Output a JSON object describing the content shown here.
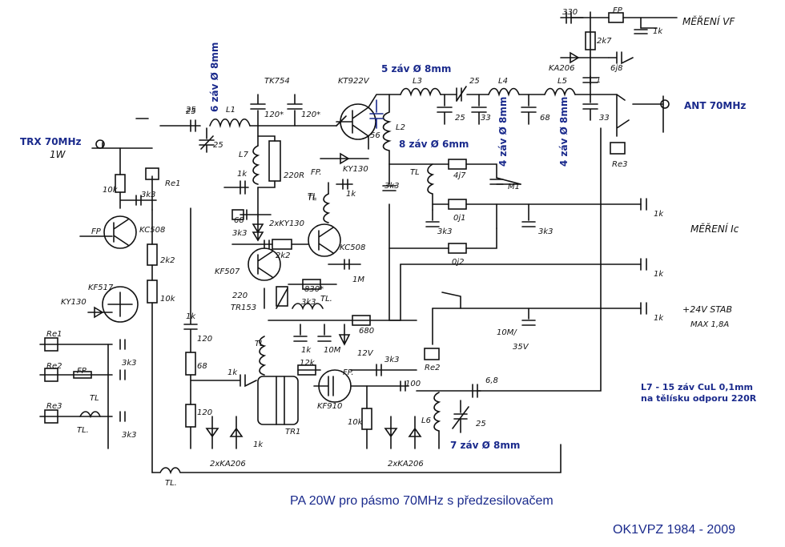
{
  "diagram": {
    "title": "PA 20W pro pásmo 70MHz s předzesilovačem",
    "credit": "OK1VPZ 1984 - 2009",
    "note": {
      "line1": "L7 - 15 záv CuL 0,1mm",
      "line2": "na tělísku odporu 220R"
    },
    "ports": {
      "trx": "TRX 70MHz",
      "trx_power": "1W",
      "ant": "ANT 70MHz",
      "mereni_vf": "MĚŘENÍ VF",
      "mereni_ic": "MĚŘENÍ Ic",
      "supply": "+24V STAB",
      "supply_max": "MAX 1,8A"
    },
    "coils": {
      "l1": "6 záv Ø 8mm",
      "l3": "5 záv Ø 8mm",
      "l2": "8 záv Ø 6mm",
      "l4": "4 záv Ø 8mm",
      "l5": "4 záv Ø 8mm",
      "l6": "7 záv Ø 8mm"
    },
    "component_labels": [
      {
        "id": "c-330",
        "text": "330"
      },
      {
        "id": "fp-top",
        "text": "FP"
      },
      {
        "id": "c-1k-vf",
        "text": "1k"
      },
      {
        "id": "r-2k7",
        "text": "2k7"
      },
      {
        "id": "d-ka206-top",
        "text": "KA206"
      },
      {
        "id": "c-6j8",
        "text": "6j8"
      },
      {
        "id": "c-1-top",
        "text": "1"
      },
      {
        "id": "l-l5",
        "text": "L5"
      },
      {
        "id": "l-l4",
        "text": "L4"
      },
      {
        "id": "c-25-l4",
        "text": "25"
      },
      {
        "id": "l-l3",
        "text": "L3"
      },
      {
        "id": "q-kt922v",
        "text": "KT922V"
      },
      {
        "id": "d-tk754",
        "text": "TK754"
      },
      {
        "id": "c-120a",
        "text": "120*"
      },
      {
        "id": "c-120b",
        "text": "120*"
      },
      {
        "id": "c-25-l1",
        "text": "25"
      },
      {
        "id": "l-l1",
        "text": "L1"
      },
      {
        "id": "c-25-trim",
        "text": "25"
      },
      {
        "id": "c-56",
        "text": "56"
      },
      {
        "id": "l-l2",
        "text": "L2"
      },
      {
        "id": "c-25-trim2",
        "text": "25"
      },
      {
        "id": "c-33a",
        "text": "33"
      },
      {
        "id": "c-68",
        "text": "68"
      },
      {
        "id": "c-33b",
        "text": "33"
      },
      {
        "id": "re3",
        "text": "Re3"
      },
      {
        "id": "l-l7",
        "text": "L7"
      },
      {
        "id": "r-220r",
        "text": "220R"
      },
      {
        "id": "c-1k-l7",
        "text": "1k"
      },
      {
        "id": "fp-mid",
        "text": "FP."
      },
      {
        "id": "d-ky130-mid",
        "text": "KY130"
      },
      {
        "id": "c-1k-mid",
        "text": "1k"
      },
      {
        "id": "tl-mid",
        "text": "TL"
      },
      {
        "id": "c-3k3-a",
        "text": "3k3"
      },
      {
        "id": "tl-mid2",
        "text": "TL"
      },
      {
        "id": "l-4j7",
        "text": "4j7"
      },
      {
        "id": "c-m1",
        "text": "M1"
      },
      {
        "id": "r-0j1",
        "text": "0j1"
      },
      {
        "id": "c-3k3-b",
        "text": "3k3"
      },
      {
        "id": "c-3k3-c",
        "text": "3k3"
      },
      {
        "id": "c-1k-r",
        "text": "1k"
      },
      {
        "id": "r-0j2",
        "text": "0j2"
      },
      {
        "id": "c-1k-r2",
        "text": "1k"
      },
      {
        "id": "c-1k-r3",
        "text": "1k"
      },
      {
        "id": "tl-left1",
        "text": "TL"
      },
      {
        "id": "r-68-top",
        "text": "68"
      },
      {
        "id": "d-2xky130",
        "text": "2xKY130"
      },
      {
        "id": "c-3k3-d",
        "text": "3k3"
      },
      {
        "id": "r-2k2-mid",
        "text": "2k2"
      },
      {
        "id": "q-kc508-mid",
        "text": "KC508"
      },
      {
        "id": "c-1m",
        "text": "1M"
      },
      {
        "id": "q-kf507",
        "text": "KF507"
      },
      {
        "id": "r-220",
        "text": "220"
      },
      {
        "id": "r-tr153",
        "text": "TR153"
      },
      {
        "id": "r-3k3-pot",
        "text": "3k3"
      },
      {
        "id": "r-830",
        "text": "830*"
      },
      {
        "id": "tl-mid3",
        "text": "TL."
      },
      {
        "id": "c-25-sw",
        "text": "25"
      },
      {
        "id": "re1",
        "text": "Re1"
      },
      {
        "id": "r-10k-left",
        "text": "10k"
      },
      {
        "id": "c-3k3-e",
        "text": "3k3"
      },
      {
        "id": "fp-left",
        "text": "FP"
      },
      {
        "id": "q-kc508-left",
        "text": "KC508"
      },
      {
        "id": "r-2k2-left",
        "text": "2k2"
      },
      {
        "id": "q-kf517",
        "text": "KF517"
      },
      {
        "id": "d-ky130-left",
        "text": "KY130"
      },
      {
        "id": "r-10k-left2",
        "text": "10k"
      },
      {
        "id": "re1b",
        "text": "Re1"
      },
      {
        "id": "c-3k3-f",
        "text": "3k3"
      },
      {
        "id": "re2b",
        "text": "Re2"
      },
      {
        "id": "fp-left2",
        "text": "FP"
      },
      {
        "id": "re3b",
        "text": "Re3"
      },
      {
        "id": "tl-left2",
        "text": "TL"
      },
      {
        "id": "c-3k3-g",
        "text": "3k3"
      },
      {
        "id": "tl-left3",
        "text": "TL."
      },
      {
        "id": "c-1k-low",
        "text": "1k"
      },
      {
        "id": "r-120a",
        "text": "120"
      },
      {
        "id": "r-68-low",
        "text": "68"
      },
      {
        "id": "c-1k-low2",
        "text": "1k"
      },
      {
        "id": "r-120b",
        "text": "120"
      },
      {
        "id": "d-2xka206-a",
        "text": "2xKA206"
      },
      {
        "id": "tl-bottom",
        "text": "TL."
      },
      {
        "id": "tl-low",
        "text": "TL"
      },
      {
        "id": "c-1k-low3",
        "text": "1k"
      },
      {
        "id": "c-10m",
        "text": "10M"
      },
      {
        "id": "d-12v",
        "text": "12V"
      },
      {
        "id": "r-680",
        "text": "680"
      },
      {
        "id": "c-1k-low4",
        "text": "1k"
      },
      {
        "id": "tr1",
        "text": "TR1"
      },
      {
        "id": "r-12k",
        "text": "12k"
      },
      {
        "id": "fp-low",
        "text": "FP."
      },
      {
        "id": "c-3k3-h",
        "text": "3k3"
      },
      {
        "id": "c-100",
        "text": "100"
      },
      {
        "id": "q-kf910",
        "text": "KF910"
      },
      {
        "id": "r-10k-low",
        "text": "10k"
      },
      {
        "id": "d-2xka206-b",
        "text": "2xKA206"
      },
      {
        "id": "l-l6",
        "text": "L6"
      },
      {
        "id": "c-6-8",
        "text": "6,8"
      },
      {
        "id": "c-25-low",
        "text": "25"
      },
      {
        "id": "re2",
        "text": "Re2"
      },
      {
        "id": "c-10m-35v",
        "text": "10M/"
      },
      {
        "id": "c-35v",
        "text": "35V"
      }
    ]
  }
}
